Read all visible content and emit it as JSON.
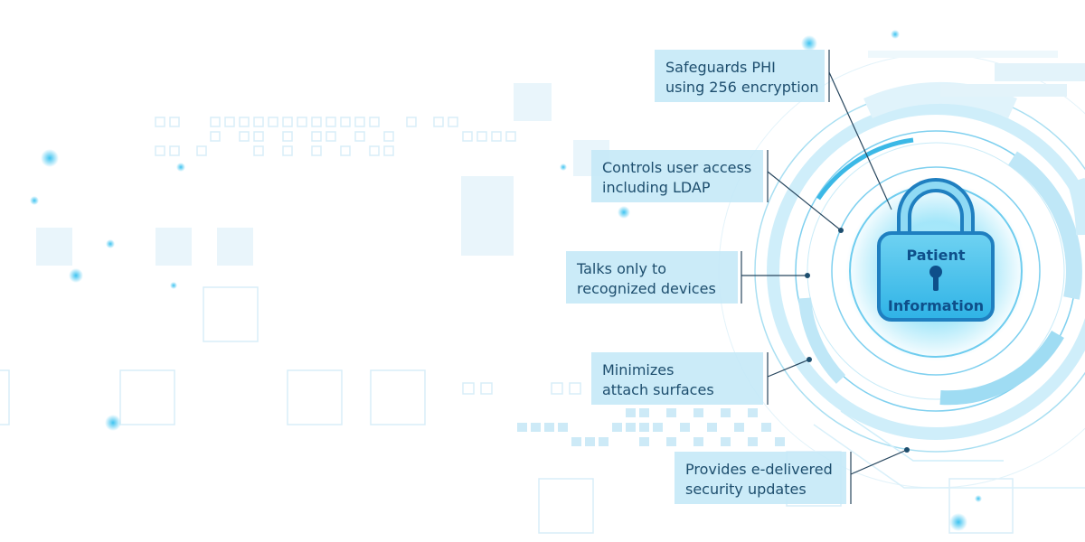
{
  "lock": {
    "icon": "padlock-icon",
    "label_line1": "Patient",
    "label_line2": "Information"
  },
  "callouts": [
    {
      "line1": "Safeguards PHI",
      "line2": "using 256 encryption"
    },
    {
      "line1": "Controls user access",
      "line2": "including LDAP"
    },
    {
      "line1": "Talks only to",
      "line2": "recognized devices"
    },
    {
      "line1": "Minimizes",
      "line2": "attach surfaces"
    },
    {
      "line1": "Provides e-delivered",
      "line2": "security updates"
    }
  ],
  "colors": {
    "callout_bg": "#c4e8f7",
    "callout_text": "#1d4e6e",
    "accent": "#1fa3d9",
    "lock_text": "#0e4f8a"
  }
}
